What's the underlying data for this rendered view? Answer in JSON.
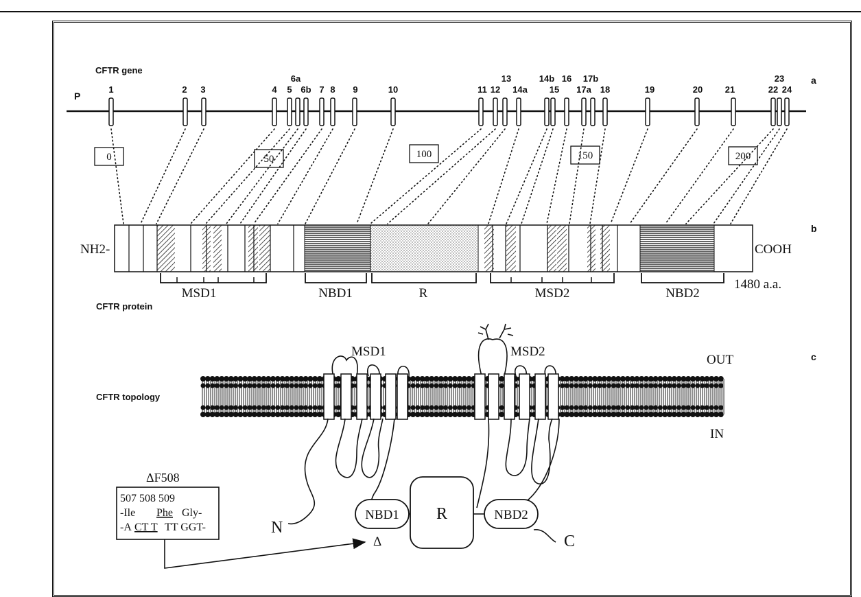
{
  "gene": {
    "title": "CFTR gene",
    "promoter": "P",
    "panel": "a",
    "exons": [
      {
        "label": "1"
      },
      {
        "label": "2"
      },
      {
        "label": "3"
      },
      {
        "label": "4"
      },
      {
        "label": "5"
      },
      {
        "label": "6a"
      },
      {
        "label": "6b"
      },
      {
        "label": "7"
      },
      {
        "label": "8"
      },
      {
        "label": "9"
      },
      {
        "label": "10"
      },
      {
        "label": "11"
      },
      {
        "label": "12"
      },
      {
        "label": "13"
      },
      {
        "label": "14a"
      },
      {
        "label": "14b"
      },
      {
        "label": "15"
      },
      {
        "label": "16"
      },
      {
        "label": "17a"
      },
      {
        "label": "17b"
      },
      {
        "label": "18"
      },
      {
        "label": "19"
      },
      {
        "label": "20"
      },
      {
        "label": "21"
      },
      {
        "label": "22"
      },
      {
        "label": "23"
      },
      {
        "label": "24"
      }
    ],
    "scale_boxes": [
      "0",
      "50",
      "100",
      "150",
      "200"
    ]
  },
  "protein": {
    "title": "CFTR protein",
    "panel": "b",
    "n_term": "NH2-",
    "c_term": "COOH",
    "length": "1480 a.a.",
    "domains": [
      "MSD1",
      "NBD1",
      "R",
      "MSD2",
      "NBD2"
    ]
  },
  "topology": {
    "title": "CFTR topology",
    "panel": "c",
    "out": "OUT",
    "in": "IN",
    "msd1": "MSD1",
    "msd2": "MSD2",
    "nbd1": "NBD1",
    "nbd2": "NBD2",
    "r": "R",
    "n": "N",
    "c": "C",
    "delta": "Δ"
  },
  "mutation": {
    "title": "ΔF508",
    "line1": "507 508 509",
    "aa1": "-Ile",
    "aa2": "Phe",
    "aa3": "Gly-",
    "dna1": "-A",
    "dna2": "CT T",
    "dna3": "TT GGT-"
  }
}
